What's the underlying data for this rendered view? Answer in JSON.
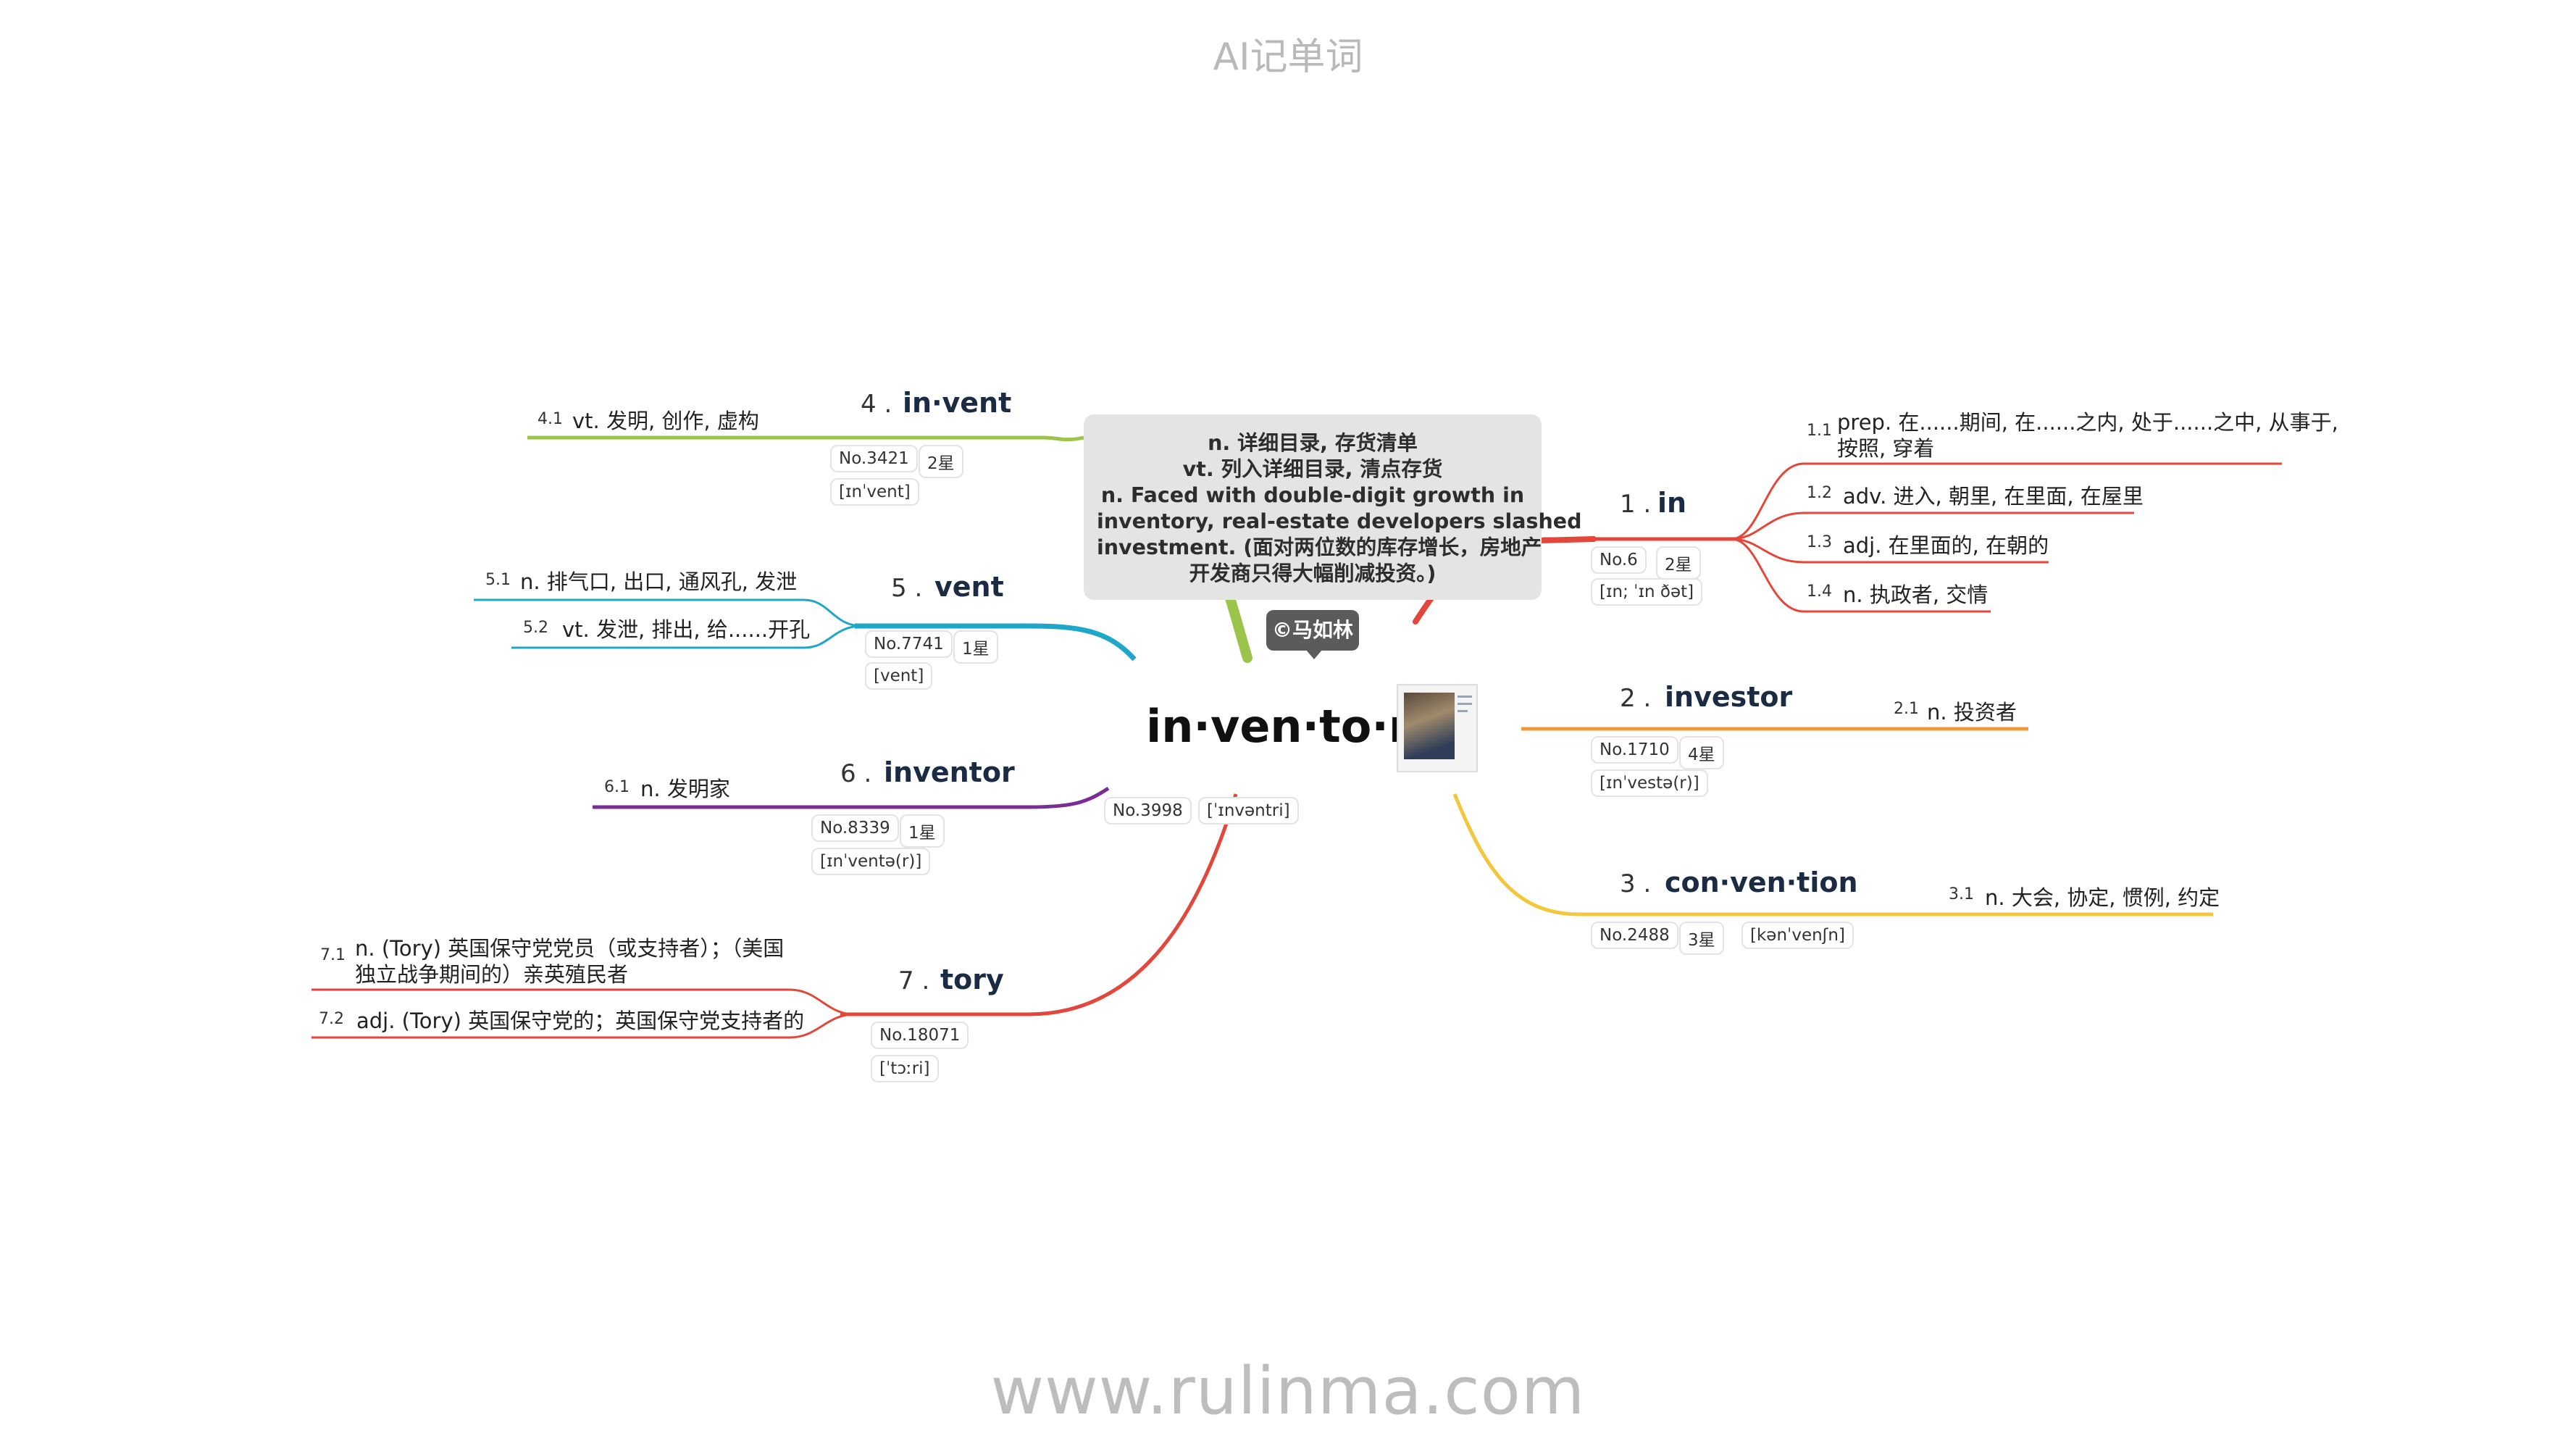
{
  "header": "AI记单词",
  "footer": "www.rulinma.com",
  "center": {
    "word": "in·ven·to·ry",
    "rank": "No.3998",
    "phonetic": "[ˈɪnvəntri]"
  },
  "tooltip": {
    "lines": [
      "n. 详细目录, 存货清单",
      "vt. 列入详细目录, 清点存货",
      "n. Faced with double-digit growth in",
      "inventory, real-estate developers slashed",
      "investment. (面对两位数的库存增长，房地产",
      "开发商只得大幅削减投资。)"
    ]
  },
  "author": "©马如林",
  "colors": {
    "b1": "#e3463a",
    "b2": "#ee9a3a",
    "b3": "#f4c63c",
    "b4": "#9cc44a",
    "b5": "#1fa6c8",
    "b6": "#7b2d97",
    "b7": "#e3463a"
  },
  "branches": [
    {
      "num": "1 .",
      "word": "in",
      "rank": "No.6",
      "stars": "2星",
      "phonetic": "[ɪn; ˈɪn ðət]",
      "defs": [
        {
          "num": "1.1",
          "lines": [
            "prep. 在......期间, 在......之内, 处于......之中, 从事于,",
            "按照, 穿着"
          ]
        },
        {
          "num": "1.2",
          "lines": [
            "adv. 进入, 朝里, 在里面, 在屋里"
          ]
        },
        {
          "num": "1.3",
          "lines": [
            "adj. 在里面的, 在朝的"
          ]
        },
        {
          "num": "1.4",
          "lines": [
            "n. 执政者, 交情"
          ]
        }
      ]
    },
    {
      "num": "2 .",
      "word": "investor",
      "rank": "No.1710",
      "stars": "4星",
      "phonetic": "[ɪnˈvestə(r)]",
      "defs": [
        {
          "num": "2.1",
          "lines": [
            "n. 投资者"
          ]
        }
      ]
    },
    {
      "num": "3 .",
      "word": "con·ven·tion",
      "rank": "No.2488",
      "stars": "3星",
      "phonetic": "[kənˈvenʃn]",
      "defs": [
        {
          "num": "3.1",
          "lines": [
            "n. 大会, 协定, 惯例, 约定"
          ]
        }
      ]
    },
    {
      "num": "4 .",
      "word": "in·vent",
      "rank": "No.3421",
      "stars": "2星",
      "phonetic": "[ɪnˈvent]",
      "defs": [
        {
          "num": "4.1",
          "lines": [
            "vt. 发明, 创作, 虚构"
          ]
        }
      ]
    },
    {
      "num": "5 .",
      "word": "vent",
      "rank": "No.7741",
      "stars": "1星",
      "phonetic": "[vent]",
      "defs": [
        {
          "num": "5.1",
          "lines": [
            "n. 排气口, 出口, 通风孔, 发泄"
          ]
        },
        {
          "num": "5.2",
          "lines": [
            "vt. 发泄, 排出, 给......开孔"
          ]
        }
      ]
    },
    {
      "num": "6 .",
      "word": "inventor",
      "rank": "No.8339",
      "stars": "1星",
      "phonetic": "[ɪnˈventə(r)]",
      "defs": [
        {
          "num": "6.1",
          "lines": [
            "n. 发明家"
          ]
        }
      ]
    },
    {
      "num": "7 .",
      "word": "tory",
      "rank": "No.18071",
      "stars": "",
      "phonetic": "[ˈtɔːri]",
      "defs": [
        {
          "num": "7.1",
          "lines": [
            "n. (Tory) 英国保守党党员（或支持者）；（美国",
            "独立战争期间的）亲英殖民者"
          ]
        },
        {
          "num": "7.2",
          "lines": [
            "adj. (Tory) 英国保守党的；英国保守党支持者的"
          ]
        }
      ]
    }
  ]
}
